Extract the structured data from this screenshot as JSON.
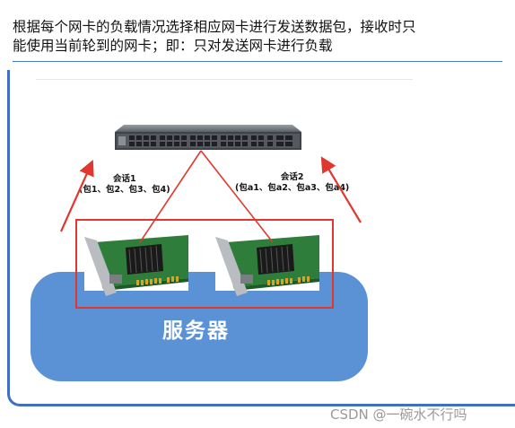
{
  "caption": {
    "line1": "根据每个网卡的负载情况选择相应网卡进行发送数据包，接收时只",
    "line2": "能使用当前轮到的网卡；即：只对发送网卡进行负载"
  },
  "diagram": {
    "session1": {
      "title": "会话1",
      "packets": "(包1、包2、包3、包4)"
    },
    "session2": {
      "title": "会话2",
      "packets": "(包a1、包a2、包a3、包a4)"
    },
    "server_label": "服务器"
  },
  "watermark": "CSDN @一碗水不行吗",
  "colors": {
    "accent_blue": "#3f70c6",
    "server_blue": "#5b92d5",
    "arrow_red": "#e0382f"
  }
}
